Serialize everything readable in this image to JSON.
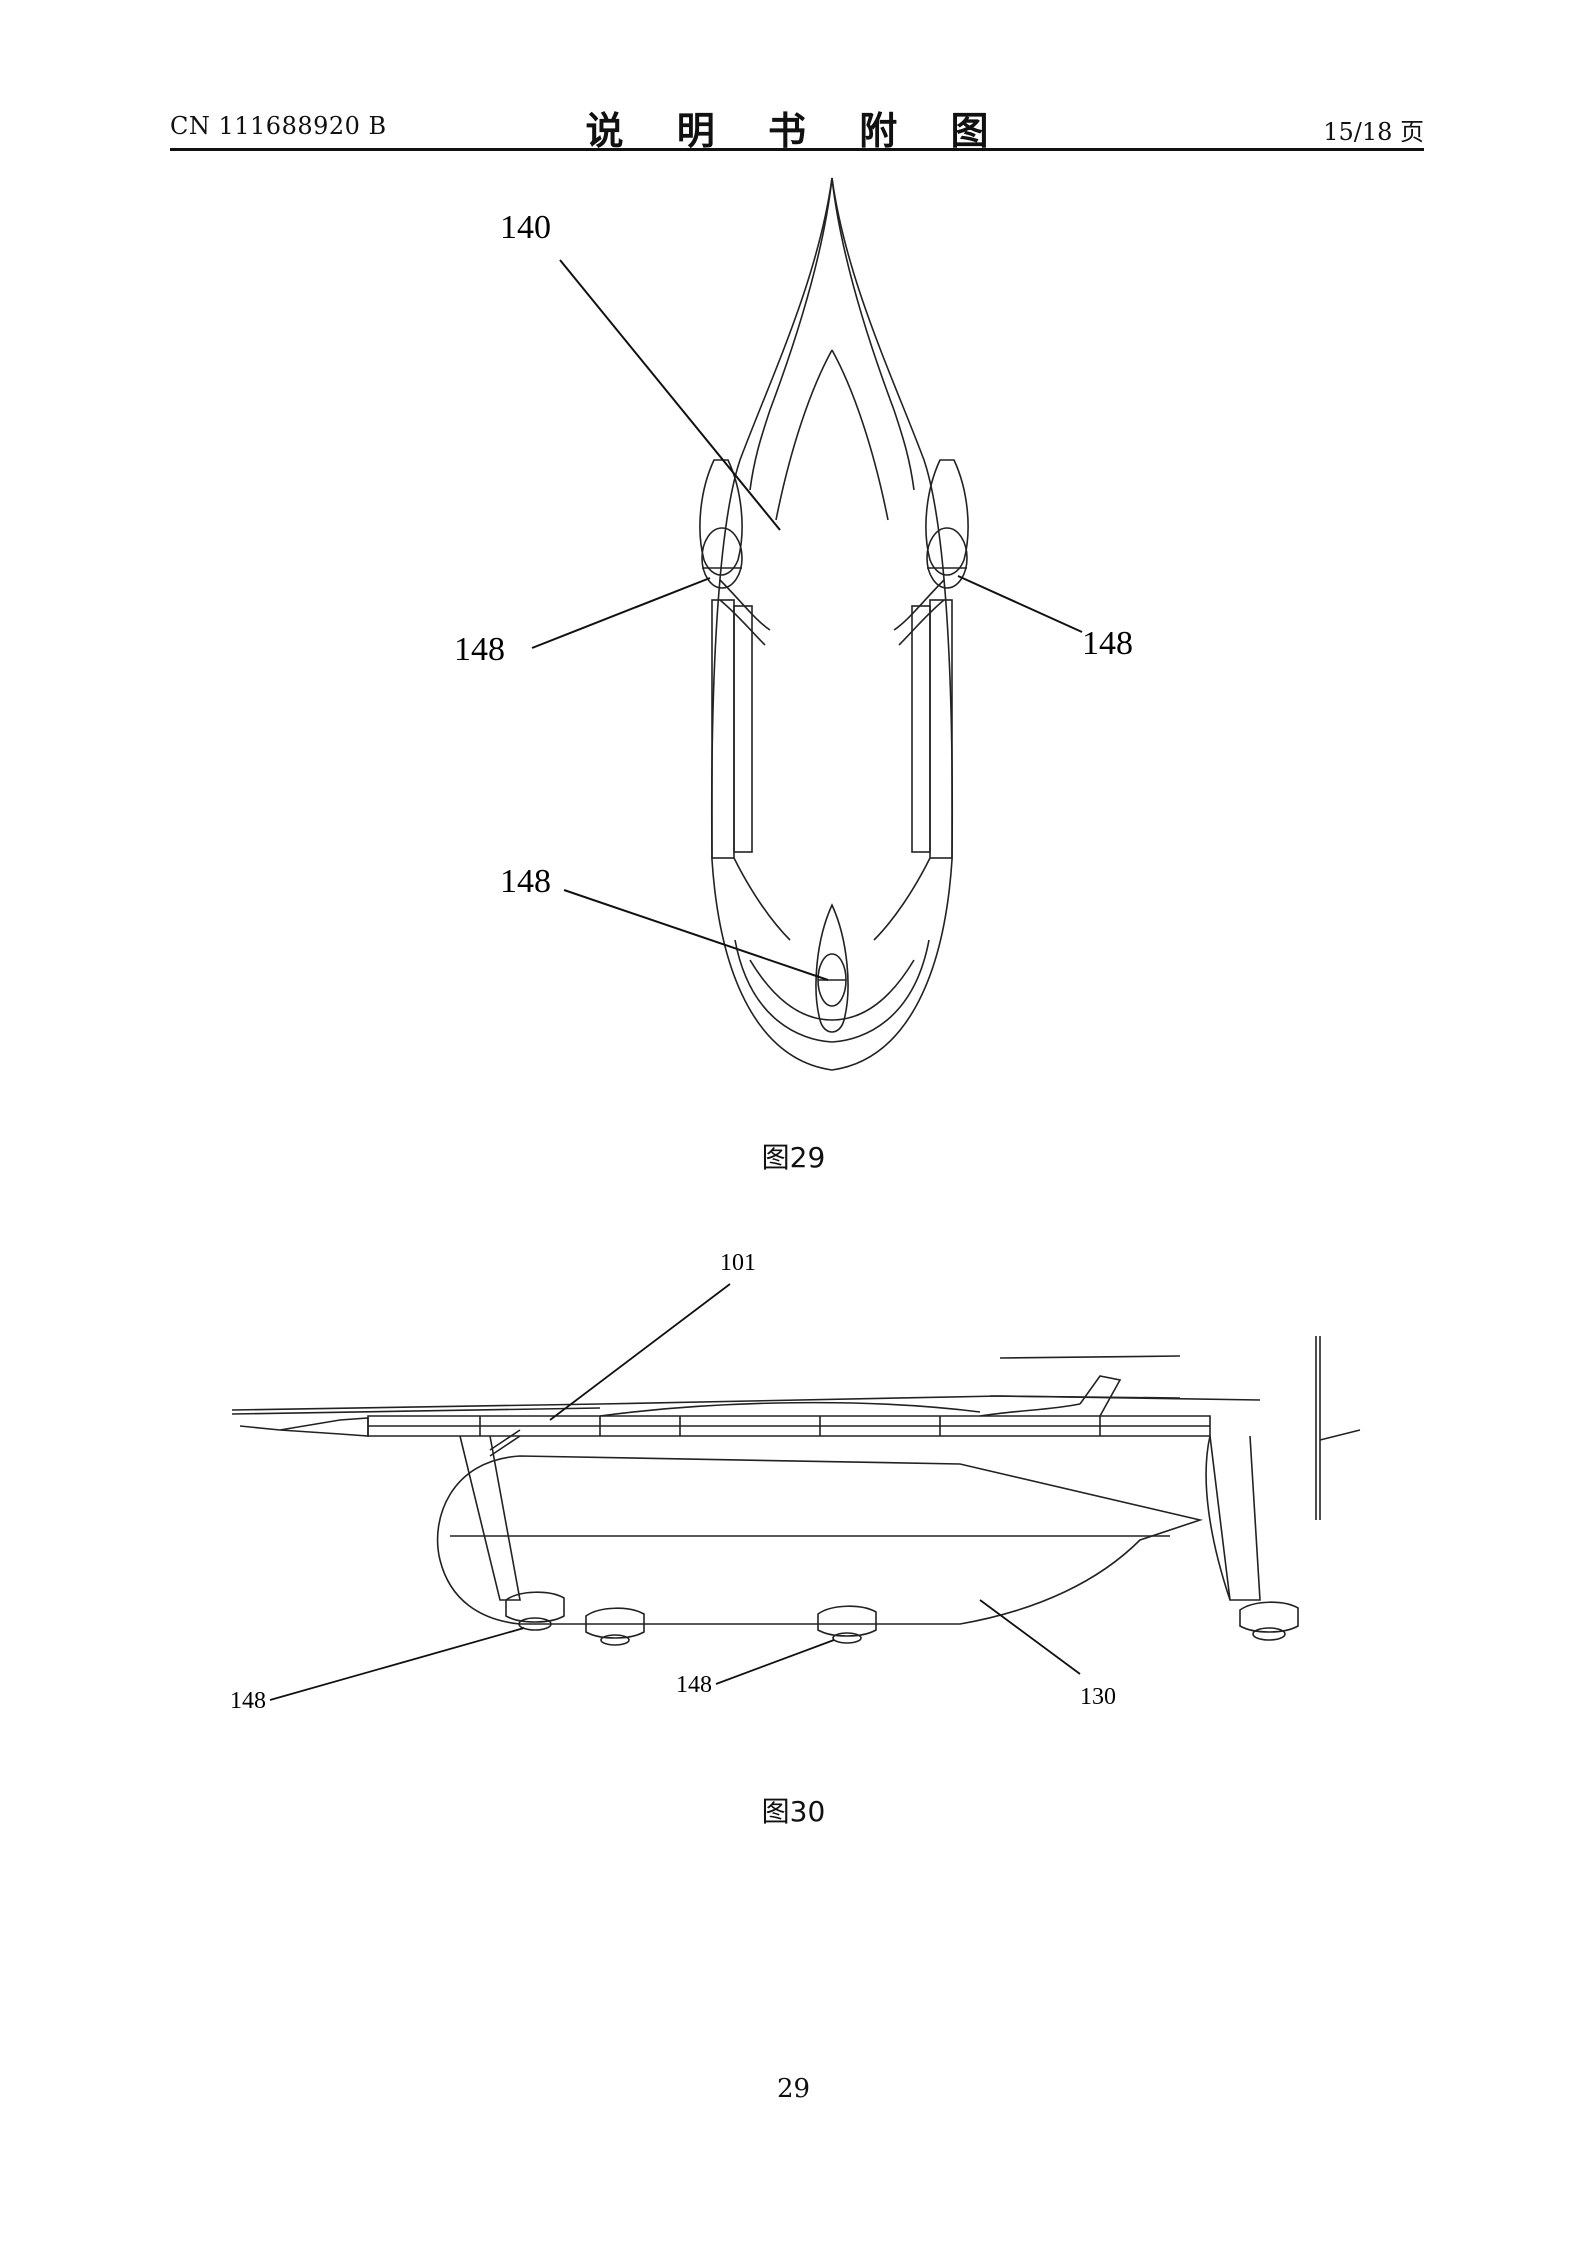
{
  "header": {
    "patent_number": "CN 111688920 B",
    "title": "说 明 书 附 图",
    "page_indicator": "15/18 页"
  },
  "figure29": {
    "caption": "图29",
    "labels": {
      "body": "140",
      "left_pod": "148",
      "right_pod": "148",
      "bottom_pod": "148"
    }
  },
  "figure30": {
    "caption": "图30",
    "labels": {
      "wing": "101",
      "front_pod": "148",
      "middle_pod": "148",
      "fuselage": "130"
    }
  },
  "footer": {
    "page_number": "29"
  }
}
